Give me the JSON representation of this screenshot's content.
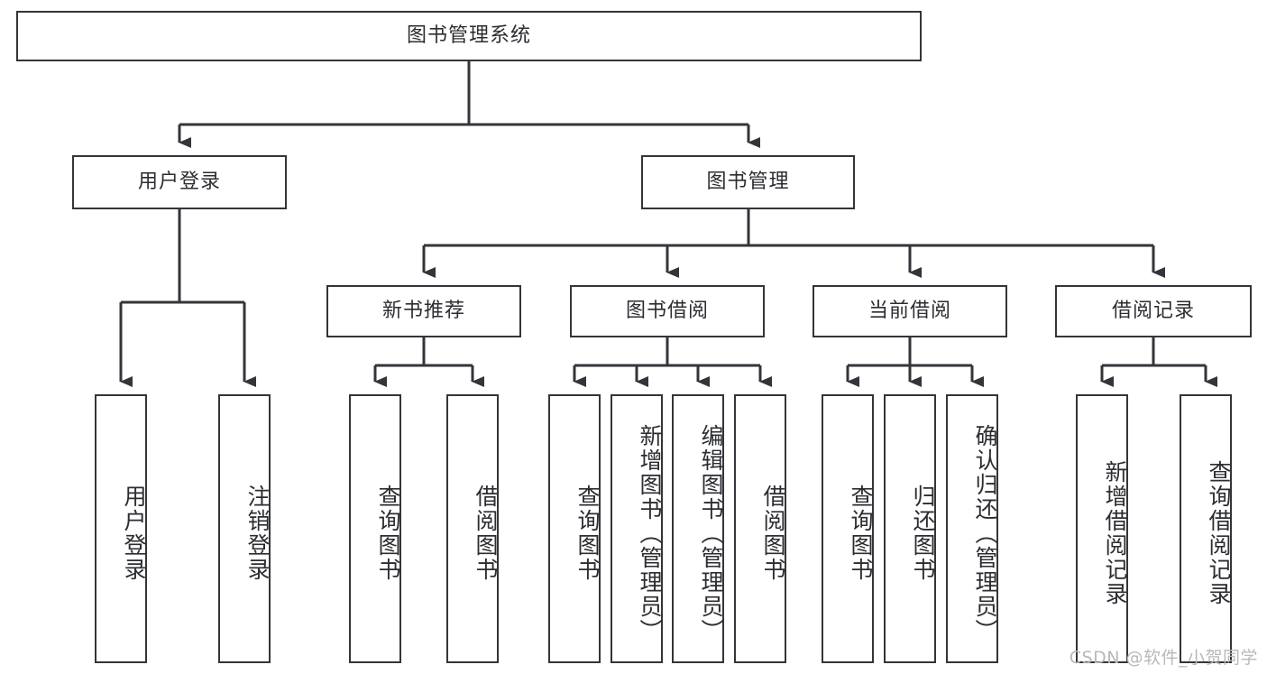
{
  "diagram": {
    "title": "图书管理系统",
    "type": "functional-structure-tree",
    "colors": {
      "box_border": "#33353a",
      "box_fill": "#ffffff",
      "edge": "#33353a",
      "text": "#2b2d31",
      "watermark": "#b9b9b9",
      "background": "#ffffff"
    },
    "nodes": {
      "root": {
        "label": "图书管理系统"
      },
      "level1": [
        {
          "id": "user-login",
          "label": "用户登录"
        },
        {
          "id": "book-manage",
          "label": "图书管理"
        }
      ],
      "level2": [
        {
          "id": "new-book-recommend",
          "label": "新书推荐"
        },
        {
          "id": "book-borrow",
          "label": "图书借阅"
        },
        {
          "id": "current-borrow",
          "label": "当前借阅"
        },
        {
          "id": "borrow-record",
          "label": "借阅记录"
        }
      ],
      "leaves": {
        "user-login": [
          {
            "id": "leaf-user-login",
            "label": "用户登录"
          },
          {
            "id": "leaf-user-logout",
            "label": "注销登录"
          }
        ],
        "new-book-recommend": [
          {
            "id": "leaf-query-book-1",
            "label": "查询图书"
          },
          {
            "id": "leaf-borrow-book-1",
            "label": "借阅图书"
          }
        ],
        "book-borrow": [
          {
            "id": "leaf-query-book-2",
            "label": "查询图书"
          },
          {
            "id": "leaf-add-book",
            "label": "新增图书（管理员）"
          },
          {
            "id": "leaf-edit-book",
            "label": "编辑图书（管理员）"
          },
          {
            "id": "leaf-borrow-book-2",
            "label": "借阅图书"
          }
        ],
        "current-borrow": [
          {
            "id": "leaf-query-book-3",
            "label": "查询图书"
          },
          {
            "id": "leaf-return-book",
            "label": "归还图书"
          },
          {
            "id": "leaf-confirm-return",
            "label": "确认归还（管理员）"
          }
        ],
        "borrow-record": [
          {
            "id": "leaf-add-record",
            "label": "新增借阅记录"
          },
          {
            "id": "leaf-query-record",
            "label": "查询借阅记录"
          }
        ]
      }
    },
    "watermark": "CSDN @软件_小贺同学"
  }
}
